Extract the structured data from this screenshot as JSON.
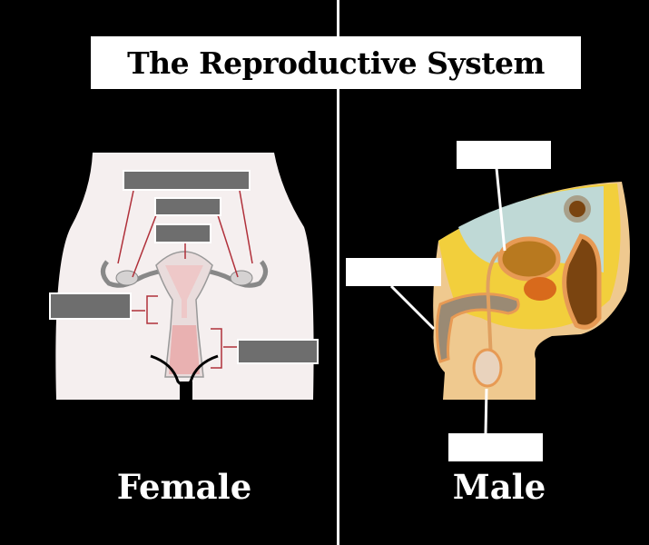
{
  "title": "The Reproductive System",
  "female": {
    "caption": "Female",
    "label_box_count": 5
  },
  "male": {
    "caption": "Male",
    "label_box_count": 3
  },
  "colors": {
    "background": "#000000",
    "female_body": "#f5efef",
    "leader_female": "#b0303a",
    "label_gray": "#6e6e6e",
    "male_skin": "#efc98f",
    "male_fat": "#f2cf3c"
  }
}
